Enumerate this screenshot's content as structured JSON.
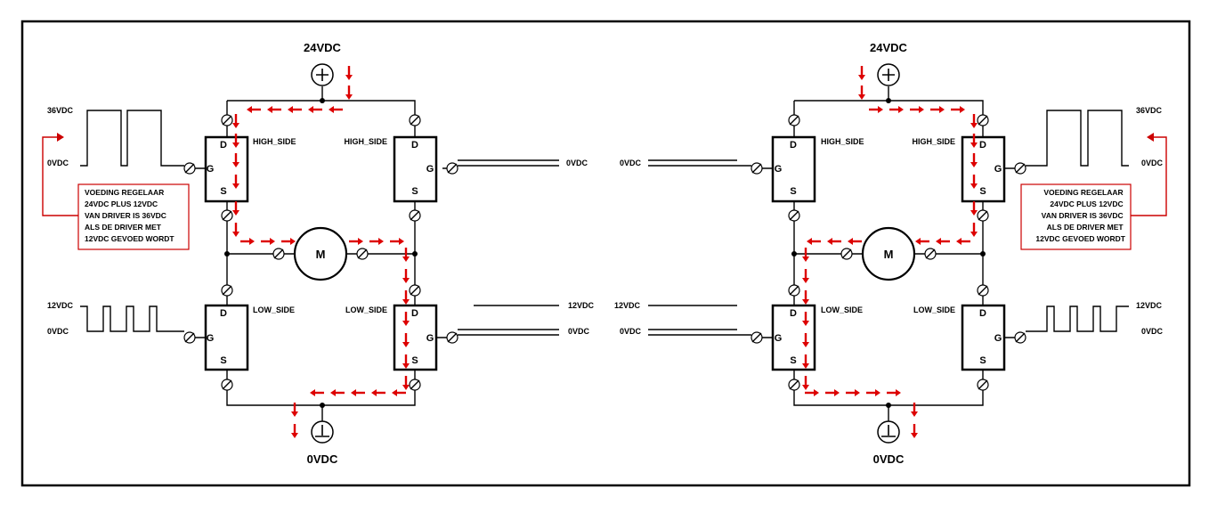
{
  "left": {
    "supply_label": "24VDC",
    "ground_label": "0VDC",
    "motor_label": "M",
    "high_left_tag": "HIGH_SIDE",
    "high_right_tag": "HIGH_SIDE",
    "low_left_tag": "LOW_SIDE",
    "low_right_tag": "LOW_SIDE",
    "hs_input_high": "36VDC",
    "hs_input_low": "0VDC",
    "hs_right_input": "0VDC",
    "ls_input_high": "12VDC",
    "ls_input_low": "0VDC",
    "ls_right_high": "12VDC",
    "ls_right_low": "0VDC",
    "note_lines": [
      "VOEDING REGELAAR",
      "24VDC PLUS 12VDC",
      "VAN DRIVER IS 36VDC",
      "ALS DE DRIVER MET",
      "12VDC GEVOED WORDT"
    ]
  },
  "right": {
    "supply_label": "24VDC",
    "ground_label": "0VDC",
    "motor_label": "M",
    "high_left_tag": "HIGH_SIDE",
    "high_right_tag": "HIGH_SIDE",
    "low_left_tag": "LOW_SIDE",
    "low_right_tag": "LOW_SIDE",
    "hs_input_high": "36VDC",
    "hs_input_low": "0VDC",
    "hs_left_input": "0VDC",
    "ls_input_high": "12VDC",
    "ls_input_low": "0VDC",
    "ls_left_high": "12VDC",
    "ls_left_low": "0VDC",
    "note_lines": [
      "VOEDING REGELAAR",
      "24VDC PLUS 12VDC",
      "VAN DRIVER IS 36VDC",
      "ALS DE DRIVER MET",
      "12VDC GEVOED WORDT"
    ]
  },
  "mosfet_pins": {
    "drain": "D",
    "gate": "G",
    "source": "S"
  },
  "colors": {
    "current_arrow": "#dd0000",
    "note_border": "#cc0000",
    "wire": "#000000"
  }
}
